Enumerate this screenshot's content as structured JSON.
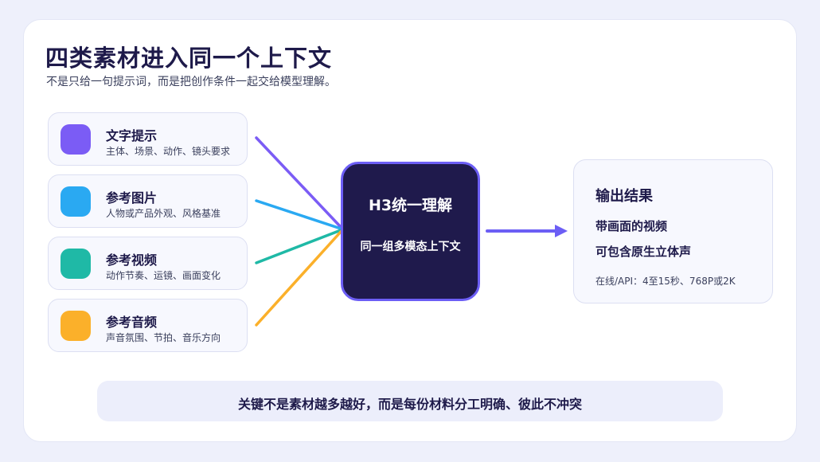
{
  "header": {
    "title": "四类素材进入同一个上下文",
    "subtitle": "不是只给一句提示词，而是把创作条件一起交给模型理解。"
  },
  "inputs": [
    {
      "name": "文字提示",
      "desc": "主体、场景、动作、镜头要求",
      "color": "#7b5cf5"
    },
    {
      "name": "参考图片",
      "desc": "人物或产品外观、风格基准",
      "color": "#2aa9f2"
    },
    {
      "name": "参考视频",
      "desc": "动作节奏、运镜、画面变化",
      "color": "#1fb9a6"
    },
    {
      "name": "参考音频",
      "desc": "声音氛围、节拍、音乐方向",
      "color": "#fbb02a"
    }
  ],
  "center": {
    "title": "H3统一理解",
    "subtitle": "同一组多模态上下文"
  },
  "output": {
    "title": "输出结果",
    "lines": [
      "带画面的视频",
      "可包含原生立体声"
    ],
    "note": "在线/API：4至15秒、768P或2K"
  },
  "footer": {
    "text": "关键不是素材越多越好，而是每份材料分工明确、彼此不冲突"
  },
  "colors": {
    "center_bg": "#1f1a4c",
    "center_border": "#6c5ef5",
    "arrow": "#6c5ef5"
  }
}
